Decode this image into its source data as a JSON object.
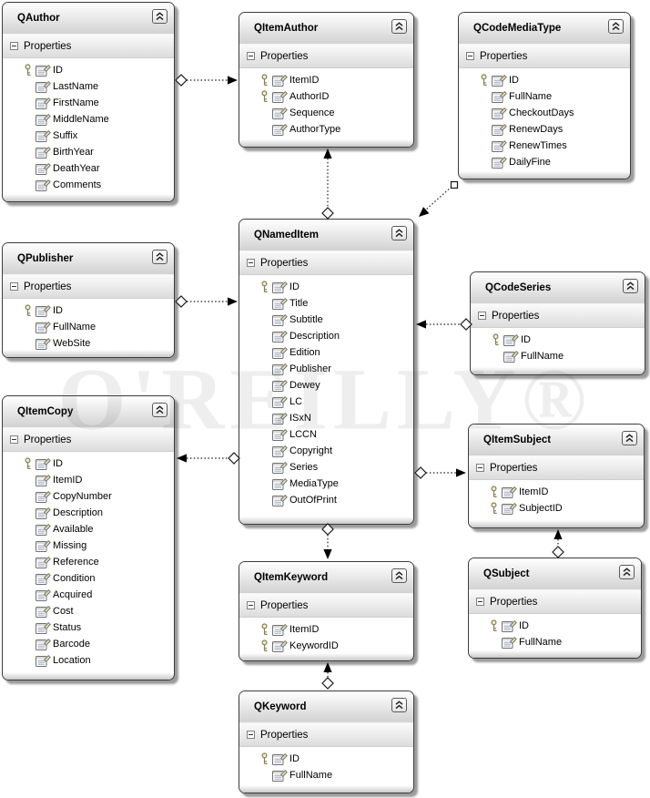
{
  "diagram": {
    "watermark": "O'REILLY®",
    "properties_label": "Properties",
    "icons": {
      "collapse": "chevron-double-up",
      "expander": "minus-box",
      "key": "primary-key",
      "property": "property-sheet"
    },
    "colors": {
      "box_border": "#3c3c3c",
      "title_gradient_end": "#d2d2d2",
      "shadow": "#9b9b9b",
      "connector": "#1a1a1a",
      "key_gold": "#857f55"
    },
    "entities": [
      {
        "title": "QAuthor",
        "fields": [
          {
            "name": "ID",
            "key": true
          },
          {
            "name": "LastName"
          },
          {
            "name": "FirstName"
          },
          {
            "name": "MiddleName"
          },
          {
            "name": "Suffix"
          },
          {
            "name": "BirthYear"
          },
          {
            "name": "DeathYear"
          },
          {
            "name": "Comments"
          }
        ]
      },
      {
        "title": "QItemAuthor",
        "fields": [
          {
            "name": "ItemID",
            "key": true
          },
          {
            "name": "AuthorID",
            "key": true
          },
          {
            "name": "Sequence"
          },
          {
            "name": "AuthorType"
          }
        ]
      },
      {
        "title": "QCodeMediaType",
        "fields": [
          {
            "name": "ID",
            "key": true
          },
          {
            "name": "FullName"
          },
          {
            "name": "CheckoutDays"
          },
          {
            "name": "RenewDays"
          },
          {
            "name": "RenewTimes"
          },
          {
            "name": "DailyFine"
          }
        ]
      },
      {
        "title": "QNamedItem",
        "fields": [
          {
            "name": "ID",
            "key": true
          },
          {
            "name": "Title"
          },
          {
            "name": "Subtitle"
          },
          {
            "name": "Description"
          },
          {
            "name": "Edition"
          },
          {
            "name": "Publisher"
          },
          {
            "name": "Dewey"
          },
          {
            "name": "LC"
          },
          {
            "name": "ISxN"
          },
          {
            "name": "LCCN"
          },
          {
            "name": "Copyright"
          },
          {
            "name": "Series"
          },
          {
            "name": "MediaType"
          },
          {
            "name": "OutOfPrint"
          }
        ]
      },
      {
        "title": "QPublisher",
        "fields": [
          {
            "name": "ID",
            "key": true
          },
          {
            "name": "FullName"
          },
          {
            "name": "WebSite"
          }
        ]
      },
      {
        "title": "QCodeSeries",
        "fields": [
          {
            "name": "ID",
            "key": true
          },
          {
            "name": "FullName"
          }
        ]
      },
      {
        "title": "QItemCopy",
        "fields": [
          {
            "name": "ID",
            "key": true
          },
          {
            "name": "ItemID"
          },
          {
            "name": "CopyNumber"
          },
          {
            "name": "Description"
          },
          {
            "name": "Available"
          },
          {
            "name": "Missing"
          },
          {
            "name": "Reference"
          },
          {
            "name": "Condition"
          },
          {
            "name": "Acquired"
          },
          {
            "name": "Cost"
          },
          {
            "name": "Status"
          },
          {
            "name": "Barcode"
          },
          {
            "name": "Location"
          }
        ]
      },
      {
        "title": "QItemSubject",
        "fields": [
          {
            "name": "ItemID",
            "key": true
          },
          {
            "name": "SubjectID",
            "key": true
          }
        ]
      },
      {
        "title": "QSubject",
        "fields": [
          {
            "name": "ID",
            "key": true
          },
          {
            "name": "FullName"
          }
        ]
      },
      {
        "title": "QItemKeyword",
        "fields": [
          {
            "name": "ItemID",
            "key": true
          },
          {
            "name": "KeywordID",
            "key": true
          }
        ]
      },
      {
        "title": "QKeyword",
        "fields": [
          {
            "name": "ID",
            "key": true
          },
          {
            "name": "FullName"
          }
        ]
      }
    ],
    "relationships": [
      {
        "from": "QAuthor",
        "to": "QItemAuthor",
        "from_marker": "diamond",
        "to_marker": "arrow",
        "style": "dashed"
      },
      {
        "from": "QNamedItem",
        "to": "QItemAuthor",
        "from_marker": "diamond",
        "to_marker": "arrow",
        "style": "dashed"
      },
      {
        "from": "QCodeMediaType",
        "to": "QNamedItem",
        "from_marker": "square",
        "to_marker": "arrow",
        "style": "dashed"
      },
      {
        "from": "QPublisher",
        "to": "QNamedItem",
        "from_marker": "diamond",
        "to_marker": "arrow",
        "style": "dashed"
      },
      {
        "from": "QCodeSeries",
        "to": "QNamedItem",
        "from_marker": "diamond",
        "to_marker": "arrow",
        "style": "dashed"
      },
      {
        "from": "QNamedItem",
        "to": "QItemSubject",
        "from_marker": "diamond",
        "to_marker": "arrow",
        "style": "dashed"
      },
      {
        "from": "QNamedItem",
        "to": "QItemCopy",
        "from_marker": "diamond",
        "to_marker": "arrow",
        "style": "dashed"
      },
      {
        "from": "QNamedItem",
        "to": "QItemKeyword",
        "from_marker": "diamond",
        "to_marker": "arrow",
        "style": "dashed"
      },
      {
        "from": "QSubject",
        "to": "QItemSubject",
        "from_marker": "diamond",
        "to_marker": "arrow",
        "style": "dashed"
      },
      {
        "from": "QKeyword",
        "to": "QItemKeyword",
        "from_marker": "diamond",
        "to_marker": "arrow",
        "style": "dashed"
      }
    ]
  }
}
